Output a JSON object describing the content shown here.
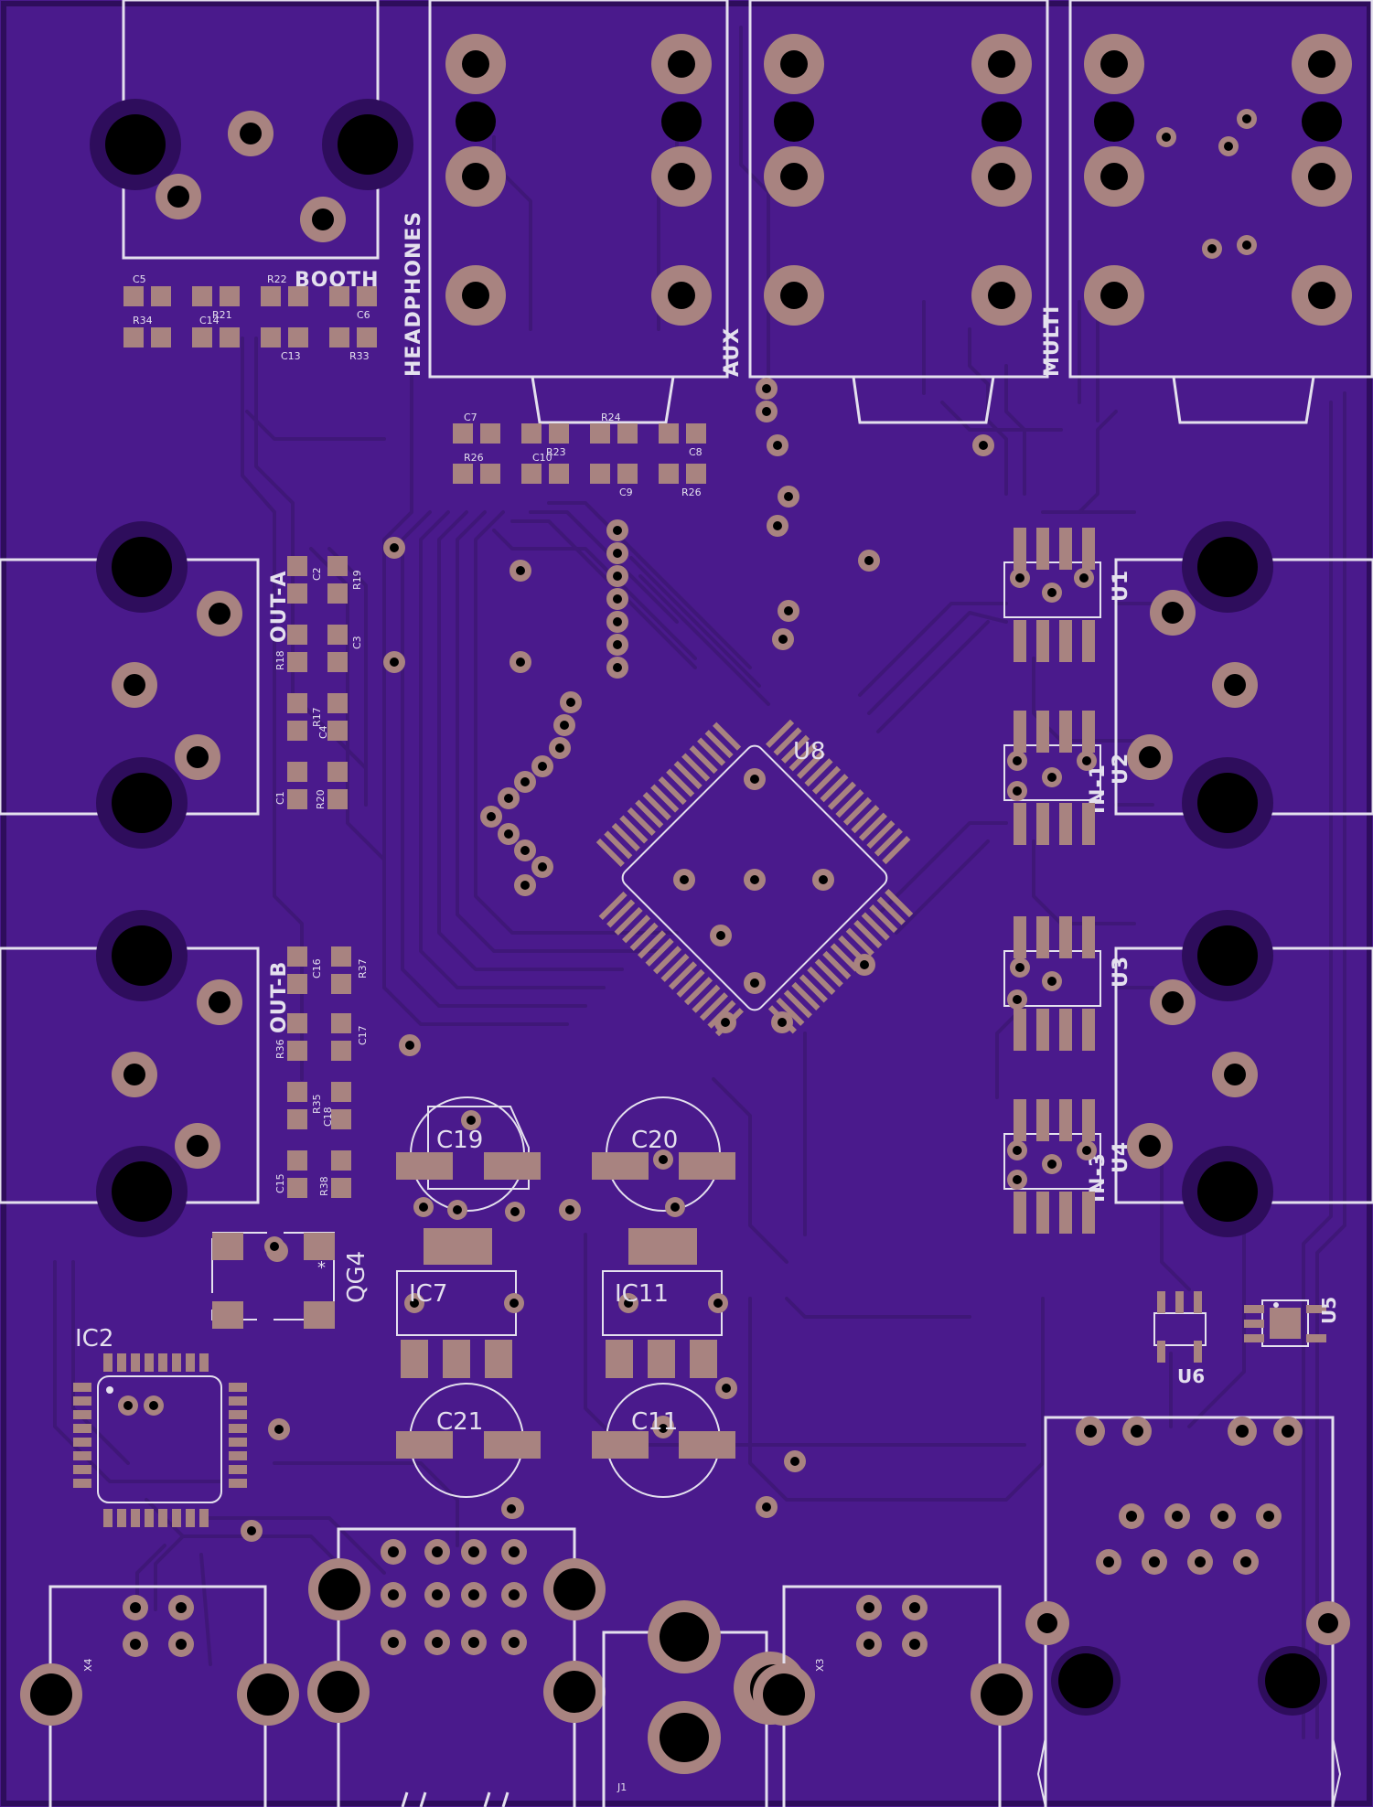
{
  "board": {
    "colors": {
      "substrate": "#4a1a8c",
      "edge": "#2e0d5c",
      "trace": "#3f1778",
      "pad": "#a88380",
      "silkscreen": "#e4e0ee",
      "hole": "#000000"
    }
  },
  "labels": {
    "booth": "BOOTH",
    "headphones": "HEADPHONES",
    "aux": "AUX",
    "multi": "MULTI",
    "out_a": "OUT-A",
    "out_b": "OUT-B",
    "in_1": "IN-1",
    "in_3": "IN-3"
  },
  "components": {
    "u1": "U1",
    "u2": "U2",
    "u3": "U3",
    "u4": "U4",
    "u5": "U5",
    "u6": "U6",
    "u8": "U8",
    "ic2": "IC2",
    "ic7": "IC7",
    "ic11": "IC11",
    "qg4": "QG4",
    "c19": "C19",
    "c20": "C20",
    "c21": "C21",
    "c11": "C11",
    "x3": "X3",
    "x4": "X4",
    "j1": "J1"
  },
  "passives": {
    "c5": "C5",
    "r22": "R22",
    "r34": "R34",
    "c14": "C14",
    "r21": "R21",
    "c6": "C6",
    "c13": "C13",
    "r33": "R33",
    "c7": "C7",
    "r24": "R24",
    "r26": "R26",
    "c10": "C10",
    "r23": "R23",
    "c8": "C8",
    "c9": "C9",
    "r25": "R26",
    "c2": "C2",
    "r19": "R19",
    "r18": "R18",
    "c3": "C3",
    "r17": "R17",
    "c4": "C4",
    "c1": "C1",
    "r20": "R20",
    "c16": "C16",
    "r37": "R37",
    "r36": "R36",
    "c17": "C17",
    "r35": "R35",
    "c18": "C18",
    "c15": "C15",
    "r38": "R38"
  }
}
